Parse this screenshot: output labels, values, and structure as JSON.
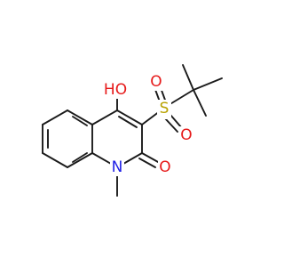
{
  "molecule": {
    "atoms": {
      "hydroxyl": {
        "text": "HO",
        "color": "#e61919"
      },
      "sulfur": {
        "text": "S",
        "color": "#b8a200"
      },
      "oxygen_s_top": {
        "text": "O",
        "color": "#e61919"
      },
      "oxygen_s_bottom": {
        "text": "O",
        "color": "#e61919"
      },
      "carbonyl": {
        "text": "O",
        "color": "#e61919"
      },
      "nitrogen": {
        "text": "N",
        "color": "#1f1fe6"
      }
    },
    "bond_color": "#1a1a1a"
  }
}
